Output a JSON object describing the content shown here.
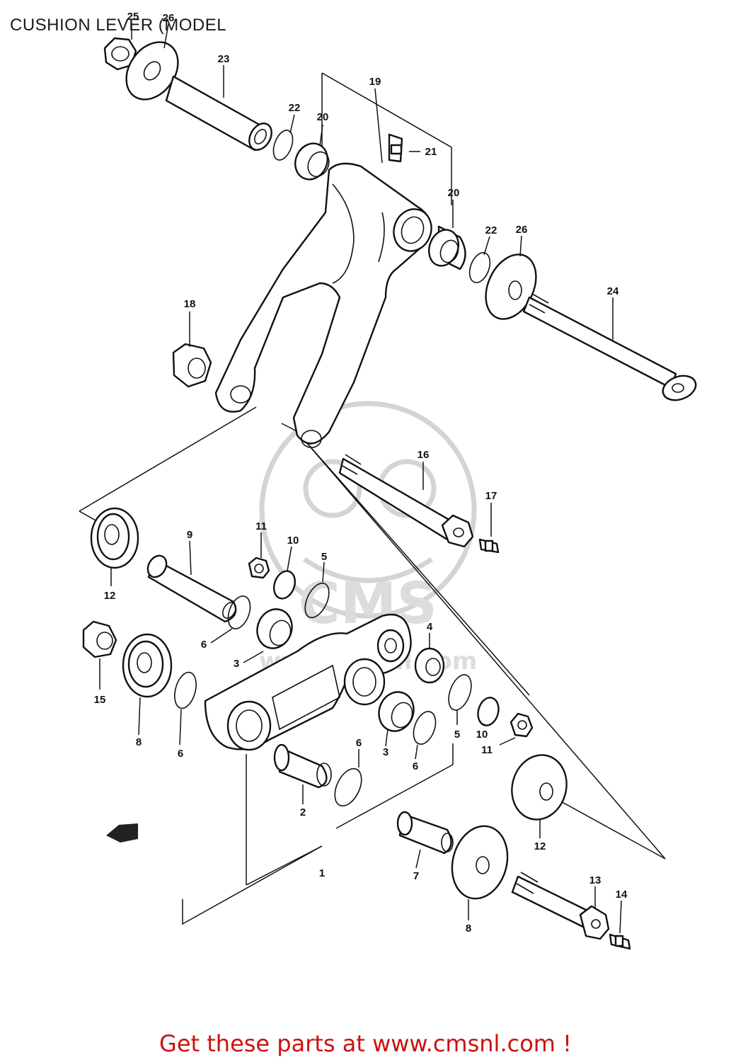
{
  "title": "CUSHION LEVER (MODEL",
  "footer": "Get these parts at www.cmsnl.com !",
  "watermark": {
    "brand": "CMS",
    "url_text": "www.cmsnl.com"
  },
  "callouts": [
    {
      "id": "c25a",
      "label": "25"
    },
    {
      "id": "c26a",
      "label": "26"
    },
    {
      "id": "c23",
      "label": "23"
    },
    {
      "id": "c19",
      "label": "19"
    },
    {
      "id": "c22a",
      "label": "22"
    },
    {
      "id": "c20a",
      "label": "20"
    },
    {
      "id": "c21",
      "label": "21"
    },
    {
      "id": "c20b",
      "label": "20"
    },
    {
      "id": "c22b",
      "label": "22"
    },
    {
      "id": "c26b",
      "label": "26"
    },
    {
      "id": "c24",
      "label": "24"
    },
    {
      "id": "c18",
      "label": "18"
    },
    {
      "id": "c16",
      "label": "16"
    },
    {
      "id": "c17",
      "label": "17"
    },
    {
      "id": "c11a",
      "label": "11"
    },
    {
      "id": "c10a",
      "label": "10"
    },
    {
      "id": "c9",
      "label": "9"
    },
    {
      "id": "c5a",
      "label": "5"
    },
    {
      "id": "c12a",
      "label": "12"
    },
    {
      "id": "c6a",
      "label": "6"
    },
    {
      "id": "c3a",
      "label": "3"
    },
    {
      "id": "c4",
      "label": "4"
    },
    {
      "id": "c15",
      "label": "15"
    },
    {
      "id": "c8a",
      "label": "8"
    },
    {
      "id": "c6b",
      "label": "6"
    },
    {
      "id": "c6c",
      "label": "6"
    },
    {
      "id": "c3b",
      "label": "3"
    },
    {
      "id": "c6d",
      "label": "6"
    },
    {
      "id": "c5b",
      "label": "5"
    },
    {
      "id": "c10b",
      "label": "10"
    },
    {
      "id": "c11b",
      "label": "11"
    },
    {
      "id": "c2",
      "label": "2"
    },
    {
      "id": "c12b",
      "label": "12"
    },
    {
      "id": "c1",
      "label": "1"
    },
    {
      "id": "c7",
      "label": "7"
    },
    {
      "id": "c8b",
      "label": "8"
    },
    {
      "id": "c13",
      "label": "13"
    },
    {
      "id": "c14",
      "label": "14"
    }
  ]
}
